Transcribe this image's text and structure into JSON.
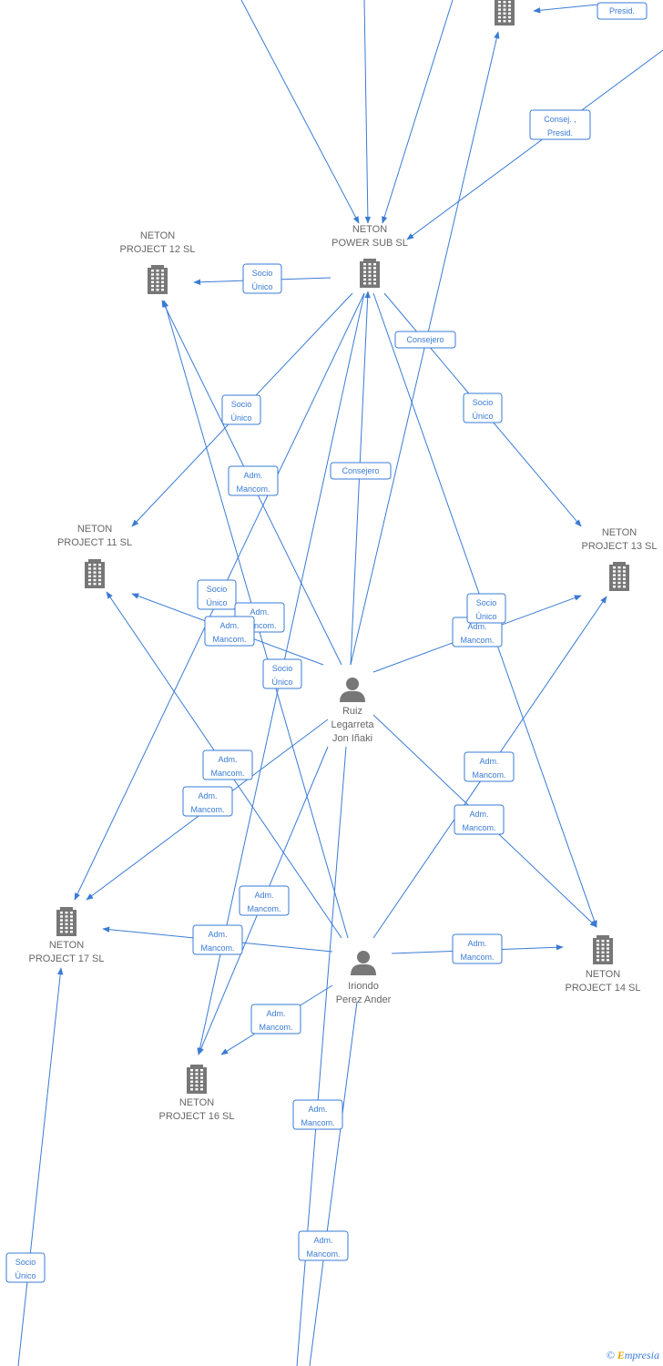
{
  "nodes": {
    "power_sub": {
      "type": "company",
      "label": [
        "NETON",
        "POWER SUB  SL"
      ]
    },
    "top_company": {
      "type": "company",
      "label": []
    },
    "p12": {
      "type": "company",
      "label": [
        "NETON",
        "PROJECT 12  SL"
      ]
    },
    "p11": {
      "type": "company",
      "label": [
        "NETON",
        "PROJECT 11  SL"
      ]
    },
    "p13": {
      "type": "company",
      "label": [
        "NETON",
        "PROJECT 13  SL"
      ]
    },
    "p17": {
      "type": "company",
      "label": [
        "NETON",
        "PROJECT 17  SL"
      ]
    },
    "p14": {
      "type": "company",
      "label": [
        "NETON",
        "PROJECT 14  SL"
      ]
    },
    "p16": {
      "type": "company",
      "label": [
        "NETON",
        "PROJECT 16  SL"
      ]
    },
    "ruiz": {
      "type": "person",
      "label": [
        "Ruiz",
        "Legarreta",
        "Jon Iñaki"
      ]
    },
    "iriondo": {
      "type": "person",
      "label": [
        "Iriondo",
        "Perez Ander"
      ]
    }
  },
  "badges": [
    {
      "lines": [
        "Presid."
      ]
    },
    {
      "lines": [
        "Consej. ,",
        "Presid."
      ]
    },
    {
      "lines": [
        "Socio",
        "Único"
      ]
    },
    {
      "lines": [
        "Consejero"
      ]
    },
    {
      "lines": [
        "Socio",
        "Único"
      ]
    },
    {
      "lines": [
        "Socio",
        "Único"
      ]
    },
    {
      "lines": [
        "Adm.",
        "Mancom."
      ]
    },
    {
      "lines": [
        "Consejero"
      ]
    },
    {
      "lines": [
        "Socio",
        "Único"
      ]
    },
    {
      "lines": [
        "Adm.",
        "Mancom."
      ]
    },
    {
      "lines": [
        "Adm.",
        "Mancom."
      ]
    },
    {
      "lines": [
        "Adm.",
        "Mancom."
      ]
    },
    {
      "lines": [
        "Socio",
        "Único"
      ]
    },
    {
      "lines": [
        "Socio",
        "Único"
      ]
    },
    {
      "lines": [
        "Adm.",
        "Mancom."
      ]
    },
    {
      "lines": [
        "Adm.",
        "Mancom."
      ]
    },
    {
      "lines": [
        "Adm.",
        "Mancom."
      ]
    },
    {
      "lines": [
        "Adm.",
        "Mancom."
      ]
    },
    {
      "lines": [
        "Adm.",
        "Mancom."
      ]
    },
    {
      "lines": [
        "Adm.",
        "Mancom."
      ]
    },
    {
      "lines": [
        "Adm.",
        "Mancom."
      ]
    },
    {
      "lines": [
        "Adm.",
        "Mancom."
      ]
    },
    {
      "lines": [
        "Adm.",
        "Mancom."
      ]
    },
    {
      "lines": [
        "Adm.",
        "Mancom."
      ]
    },
    {
      "lines": [
        "Socio",
        "Único"
      ]
    }
  ],
  "credit": {
    "symbol": "©",
    "brand_initial": "E",
    "brand_rest": "mpresia"
  }
}
